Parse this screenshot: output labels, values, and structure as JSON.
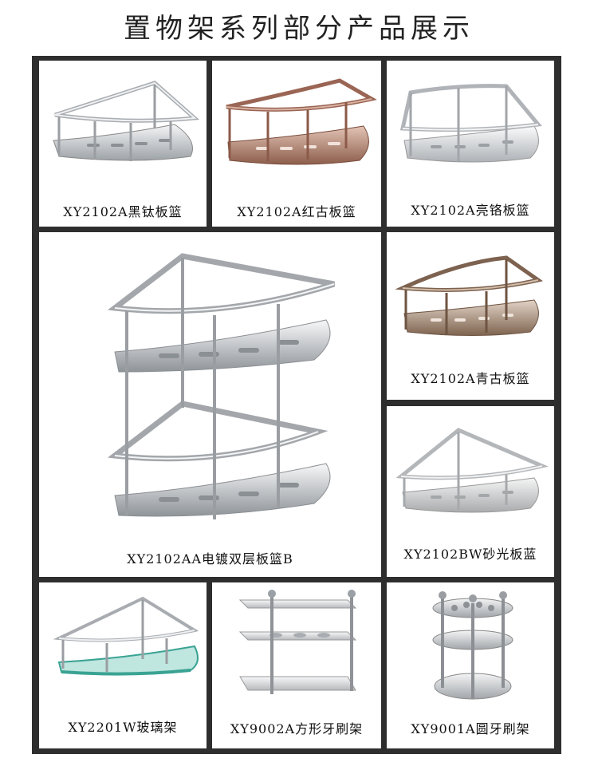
{
  "title": "置物架系列部分产品展示",
  "products": [
    {
      "caption": "XY2102A黑钛板篮",
      "finish": "#c9ccd1"
    },
    {
      "caption": "XY2102A红古板篮",
      "finish": "#b07a64"
    },
    {
      "caption": "XY2102A亮铬板篮",
      "finish": "#cfd2d6"
    },
    {
      "caption": "XY2102AA电镀双层板篮B",
      "finish": "#c7cacf"
    },
    {
      "caption": "XY2102A青古板篮",
      "finish": "#9a8068"
    },
    {
      "caption": "XY2102BW砂光板蓝",
      "finish": "#d4d6d8"
    },
    {
      "caption": "XY2201W玻璃架",
      "finish": "#5fb8a9"
    },
    {
      "caption": "XY9002A方形牙刷架",
      "finish": "#d6d8da"
    },
    {
      "caption": "XY9001A圆牙刷架",
      "finish": "#cdd0d3"
    }
  ]
}
